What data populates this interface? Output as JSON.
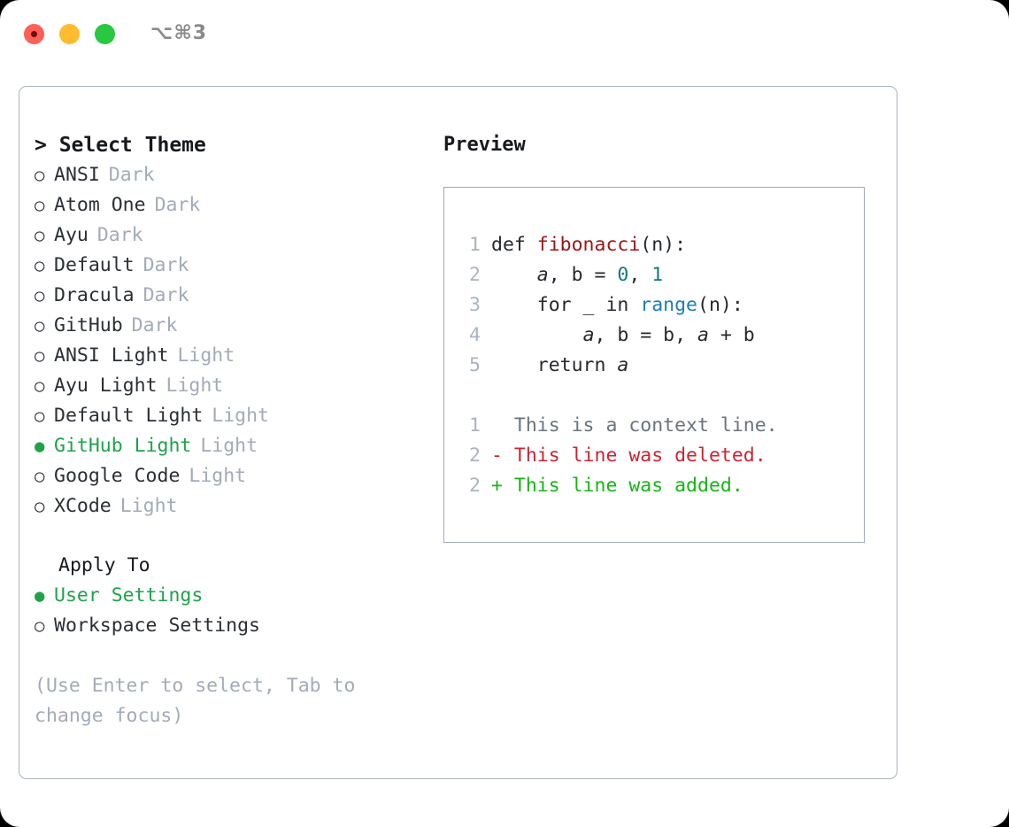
{
  "window": {
    "shortcut": "⌥⌘3",
    "traffic_lights": [
      "close-red",
      "minimize-yellow",
      "maximize-green"
    ]
  },
  "theme_picker": {
    "header": "> Select Theme",
    "radio_off": "○",
    "radio_on": "●",
    "options": [
      {
        "name": "ANSI",
        "tag": "Dark",
        "selected": false
      },
      {
        "name": "Atom One",
        "tag": "Dark",
        "selected": false
      },
      {
        "name": "Ayu",
        "tag": "Dark",
        "selected": false
      },
      {
        "name": "Default",
        "tag": "Dark",
        "selected": false
      },
      {
        "name": "Dracula",
        "tag": "Dark",
        "selected": false
      },
      {
        "name": "GitHub",
        "tag": "Dark",
        "selected": false
      },
      {
        "name": "ANSI Light",
        "tag": "Light",
        "selected": false
      },
      {
        "name": "Ayu Light",
        "tag": "Light",
        "selected": false
      },
      {
        "name": "Default Light",
        "tag": "Light",
        "selected": false
      },
      {
        "name": "GitHub Light",
        "tag": "Light",
        "selected": true
      },
      {
        "name": "Google Code",
        "tag": "Light",
        "selected": false
      },
      {
        "name": "XCode",
        "tag": "Light",
        "selected": false
      }
    ]
  },
  "apply_to": {
    "title": "Apply To",
    "options": [
      {
        "name": "User Settings",
        "selected": true
      },
      {
        "name": "Workspace Settings",
        "selected": false
      }
    ]
  },
  "hint": "(Use Enter to select, Tab to change focus)",
  "preview": {
    "label": "Preview",
    "code_lines": [
      {
        "n": "1",
        "segments": [
          {
            "t": "def ",
            "k": "plain"
          },
          {
            "t": "fibonacci",
            "k": "fn"
          },
          {
            "t": "(n):",
            "k": "plain"
          }
        ]
      },
      {
        "n": "2",
        "segments": [
          {
            "t": "    ",
            "k": "plain"
          },
          {
            "t": "a",
            "k": "var"
          },
          {
            "t": ", b = ",
            "k": "plain"
          },
          {
            "t": "0",
            "k": "num"
          },
          {
            "t": ", ",
            "k": "plain"
          },
          {
            "t": "1",
            "k": "num"
          }
        ]
      },
      {
        "n": "3",
        "segments": [
          {
            "t": "    for _ in ",
            "k": "plain"
          },
          {
            "t": "range",
            "k": "bi"
          },
          {
            "t": "(n):",
            "k": "plain"
          }
        ]
      },
      {
        "n": "4",
        "segments": [
          {
            "t": "        ",
            "k": "plain"
          },
          {
            "t": "a",
            "k": "var"
          },
          {
            "t": ", b = b, ",
            "k": "plain"
          },
          {
            "t": "a",
            "k": "var"
          },
          {
            "t": " + b",
            "k": "plain"
          }
        ]
      },
      {
        "n": "5",
        "segments": [
          {
            "t": "    return ",
            "k": "plain"
          },
          {
            "t": "a",
            "k": "var"
          }
        ]
      }
    ],
    "diff_lines": [
      {
        "n": "1",
        "marker": " ",
        "text": " This is a context line.",
        "kind": "ctx"
      },
      {
        "n": "2",
        "marker": "-",
        "text": " This line was deleted.",
        "kind": "del"
      },
      {
        "n": "2",
        "marker": "+",
        "text": " This line was added.",
        "kind": "add"
      }
    ]
  },
  "colors": {
    "accent_green": "#1fa24a",
    "tag_gray": "#a2abb8",
    "border": "#aab3c0",
    "diff_add": "#16b516",
    "diff_del": "#cb2431",
    "fn_red": "#9a1616",
    "num_teal": "#0e7a7a",
    "builtin_blue": "#1a7fb5"
  }
}
